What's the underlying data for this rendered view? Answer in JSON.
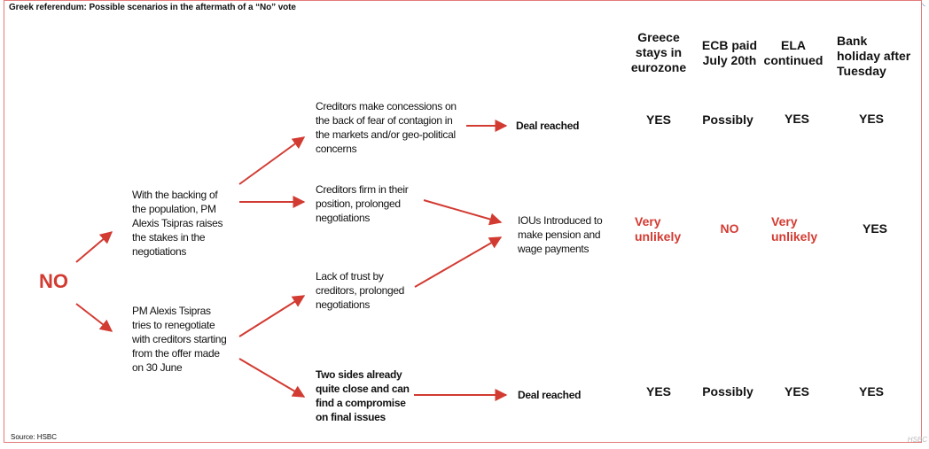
{
  "title": "Greek referendum: Possible scenarios in the aftermath of a “No” vote",
  "source": "Source: HSBC",
  "watermark": "HSBC",
  "no_label": "NO",
  "colors": {
    "arrow": "#d23b32",
    "border": "#e37a7a",
    "accent_red": "#d23b32"
  },
  "headers": [
    "Greece stays in eurozone",
    "ECB paid July 20th",
    "ELA continued",
    "Bank holiday after Tuesday"
  ],
  "header_lines": [
    [
      "Greece",
      "stays in",
      "eurozone"
    ],
    [
      "ECB paid",
      "July 20th"
    ],
    [
      "ELA",
      "continued"
    ],
    [
      "Bank",
      "holiday after",
      "Tuesday"
    ]
  ],
  "level1": {
    "a": [
      "With the backing of",
      "the population,  PM",
      "Alexis Tsipras raises",
      "the stakes in the",
      "negotiations"
    ],
    "b": [
      "PM Alexis Tsipras",
      "tries to renegotiate",
      "with creditors starting",
      "from the offer made",
      "on 30 June"
    ]
  },
  "level2": {
    "a": [
      "Creditors  make concessions on",
      "the back of fear of contagion  in",
      "the markets and/or geo-political",
      "concerns"
    ],
    "b": [
      "Creditors  firm in their",
      "position,  prolonged",
      "negotiations"
    ],
    "c": [
      "Lack of trust by",
      "creditors, prolonged",
      "negotiations"
    ],
    "d": [
      "Two sides already",
      "quite close and can",
      "find a compromise",
      "on final issues"
    ]
  },
  "outcomes": {
    "a": "Deal reached",
    "b": [
      "IOUs Introduced  to",
      "make pension and",
      "wage payments"
    ],
    "c": "Deal reached"
  },
  "rows": [
    {
      "values": [
        "YES",
        "Possibly",
        "YES",
        "YES"
      ]
    },
    {
      "values": [
        "Very unlikely",
        "NO",
        "Very unlikely",
        "YES"
      ],
      "red": [
        true,
        true,
        true,
        false
      ],
      "lines": [
        [
          "Very",
          "unlikely"
        ],
        [
          "NO"
        ],
        [
          "Very",
          "unlikely"
        ],
        [
          "YES"
        ]
      ]
    },
    {
      "values": [
        "YES",
        "Possibly",
        "YES",
        "YES"
      ]
    }
  ]
}
